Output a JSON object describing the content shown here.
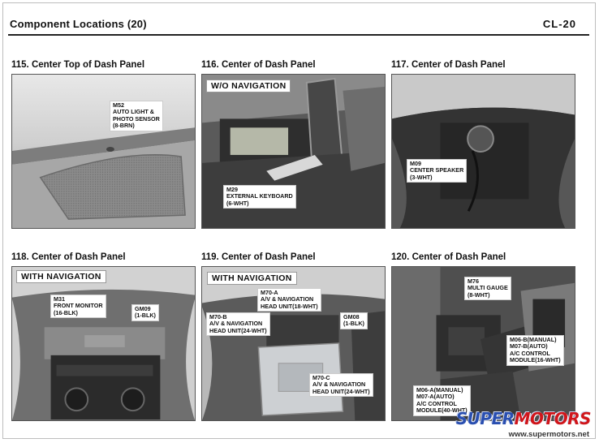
{
  "header": {
    "title": "Component Locations (20)",
    "code": "CL-20"
  },
  "panels": [
    {
      "title": "115. Center Top of Dash Panel",
      "banner": "",
      "callouts": [
        "M52\nAUTO LIGHT &\nPHOTO SENSOR\n(8-BRN)"
      ]
    },
    {
      "title": "116. Center of Dash Panel",
      "banner": "W/O NAVIGATION",
      "callouts": [
        "M29\nEXTERNAL KEYBOARD\n(6-WHT)"
      ]
    },
    {
      "title": "117. Center of Dash Panel",
      "banner": "",
      "callouts": [
        "M09\nCENTER SPEAKER\n(3-WHT)"
      ]
    },
    {
      "title": "118. Center of Dash Panel",
      "banner": "WITH NAVIGATION",
      "callouts": [
        "M31\nFRONT MONITOR\n(16-BLK)",
        "GM09\n(1-BLK)"
      ]
    },
    {
      "title": "119. Center of Dash Panel",
      "banner": "WITH NAVIGATION",
      "callouts": [
        "M70-A\nA/V & NAVIGATION\nHEAD UNIT(18-WHT)",
        "M70-B\nA/V & NAVIGATION\nHEAD UNIT(24-WHT)",
        "GM08\n(1-BLK)",
        "M70-C\nA/V & NAVIGATION\nHEAD UNIT(24-WHT)"
      ]
    },
    {
      "title": "120. Center of Dash Panel",
      "banner": "",
      "callouts": [
        "M76\nMULTI GAUGE\n(8-WHT)",
        "M06-B(MANUAL)\nM07-B(AUTO)\nA/C CONTROL\nMODULE(16-WHT)",
        "M06-A(MANUAL)\nM07-A(AUTO)\nA/C CONTROL\nMODULE(40-WHT)"
      ]
    }
  ],
  "watermark": {
    "brand_part1": "SUPER",
    "brand_part2": "MOTORS",
    "url": "www.supermotors.net"
  }
}
